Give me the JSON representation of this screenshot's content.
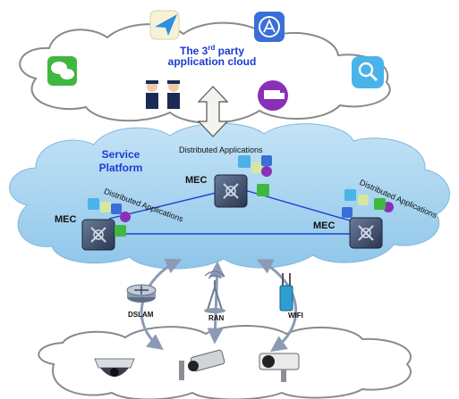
{
  "top_cloud": {
    "title_line1_pre": "The 3",
    "title_line1_sup": "rd",
    "title_line1_post": " party",
    "title_line2": "application cloud"
  },
  "service_platform": {
    "line1": "Service",
    "line2": "Platform"
  },
  "distributed_label": "Distributed Applications",
  "mec_label": "MEC",
  "access": {
    "dslam": "DSLAM",
    "ran": "RAN",
    "wifi": "WIFI"
  },
  "colors": {
    "cloud_blue": "#a7d3ef",
    "title_blue": "#1a3ccf",
    "link_blue": "#1f3fd1",
    "arrow_grey": "#9aa8c0"
  },
  "icons": [
    "navigation-app-icon",
    "app-store-icon",
    "wechat-icon",
    "search-app-icon",
    "police-icon",
    "ambulance-app-icon",
    "mec-server-icon",
    "dome-camera-icon",
    "cctv-camera-icon",
    "box-camera-icon",
    "dslam-router-icon",
    "ran-antenna-icon",
    "wifi-ap-icon"
  ]
}
